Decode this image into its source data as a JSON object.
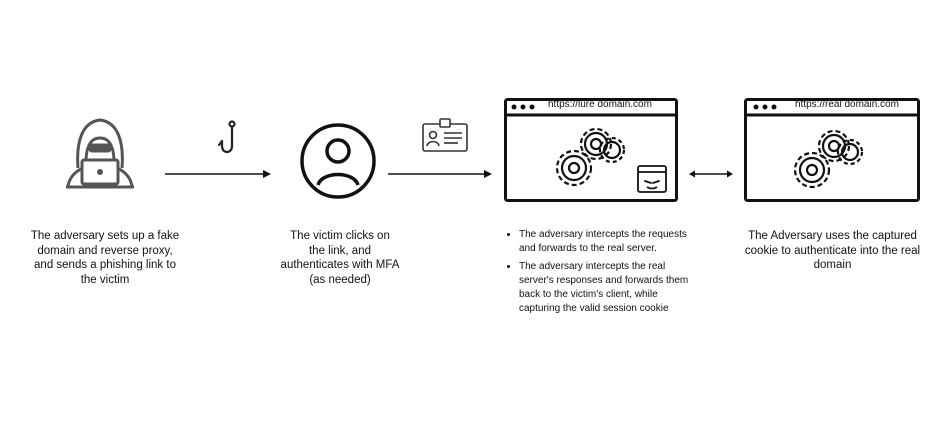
{
  "steps": {
    "adversary": {
      "icon": "hacker-laptop-icon",
      "caption": [
        "The adversary sets up a fake",
        "domain and reverse proxy,",
        "and sends a phishing link to",
        "the victim"
      ]
    },
    "victim": {
      "icon": "user-circle-icon",
      "caption": [
        "The victim clicks on",
        "the link, and",
        "authenticates with MFA",
        "(as needed)"
      ]
    },
    "proxy": {
      "url": "https://lure domain.com",
      "bullets": [
        "The adversary intercepts the requests and forwards to the real server.",
        "The adversary intercepts the real server's responses and forwards them back to the victim's client, while capturing the valid session cookie"
      ]
    },
    "real": {
      "url": "https://real domain.com",
      "caption": [
        "The Adversary uses the captured",
        "cookie to authenticate into the real",
        "domain"
      ]
    }
  },
  "icons": {
    "hook": "fishing-hook-icon",
    "credentials": "id-badge-icon",
    "gears": "gears-icon",
    "villain": "villain-window-icon"
  }
}
